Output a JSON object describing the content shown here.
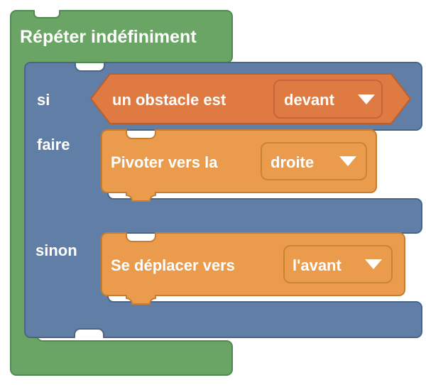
{
  "program": {
    "language": "fr",
    "title": "Répéter indéfiniment",
    "loop_block": {
      "label": "Répéter indéfiniment",
      "color": "#6ba565",
      "border": "#4f8a52",
      "kind": "c-block-loop"
    },
    "if_else_block": {
      "if_label": "si",
      "do_label": "faire",
      "else_label": "sinon",
      "color": "#617fa6",
      "border": "#4a6585",
      "kind": "c-block-if-else"
    },
    "condition": {
      "text": "un obstacle est",
      "dropdown_value": "devant",
      "dropdown_icon": "chevron-down-icon",
      "color": "#df7b42",
      "border": "#b85f2f",
      "kind": "boolean-hexagon"
    },
    "do_action": {
      "text": "Pivoter vers  la",
      "dropdown_value": "droite",
      "dropdown_icon": "chevron-down-icon",
      "color": "#ea9b4b",
      "border": "#c47d33",
      "kind": "stack-block"
    },
    "else_action": {
      "text": "Se déplacer vers",
      "dropdown_value": "l'avant",
      "dropdown_icon": "chevron-down-icon",
      "color": "#ea9b4b",
      "border": "#c47d33",
      "kind": "stack-block"
    }
  }
}
